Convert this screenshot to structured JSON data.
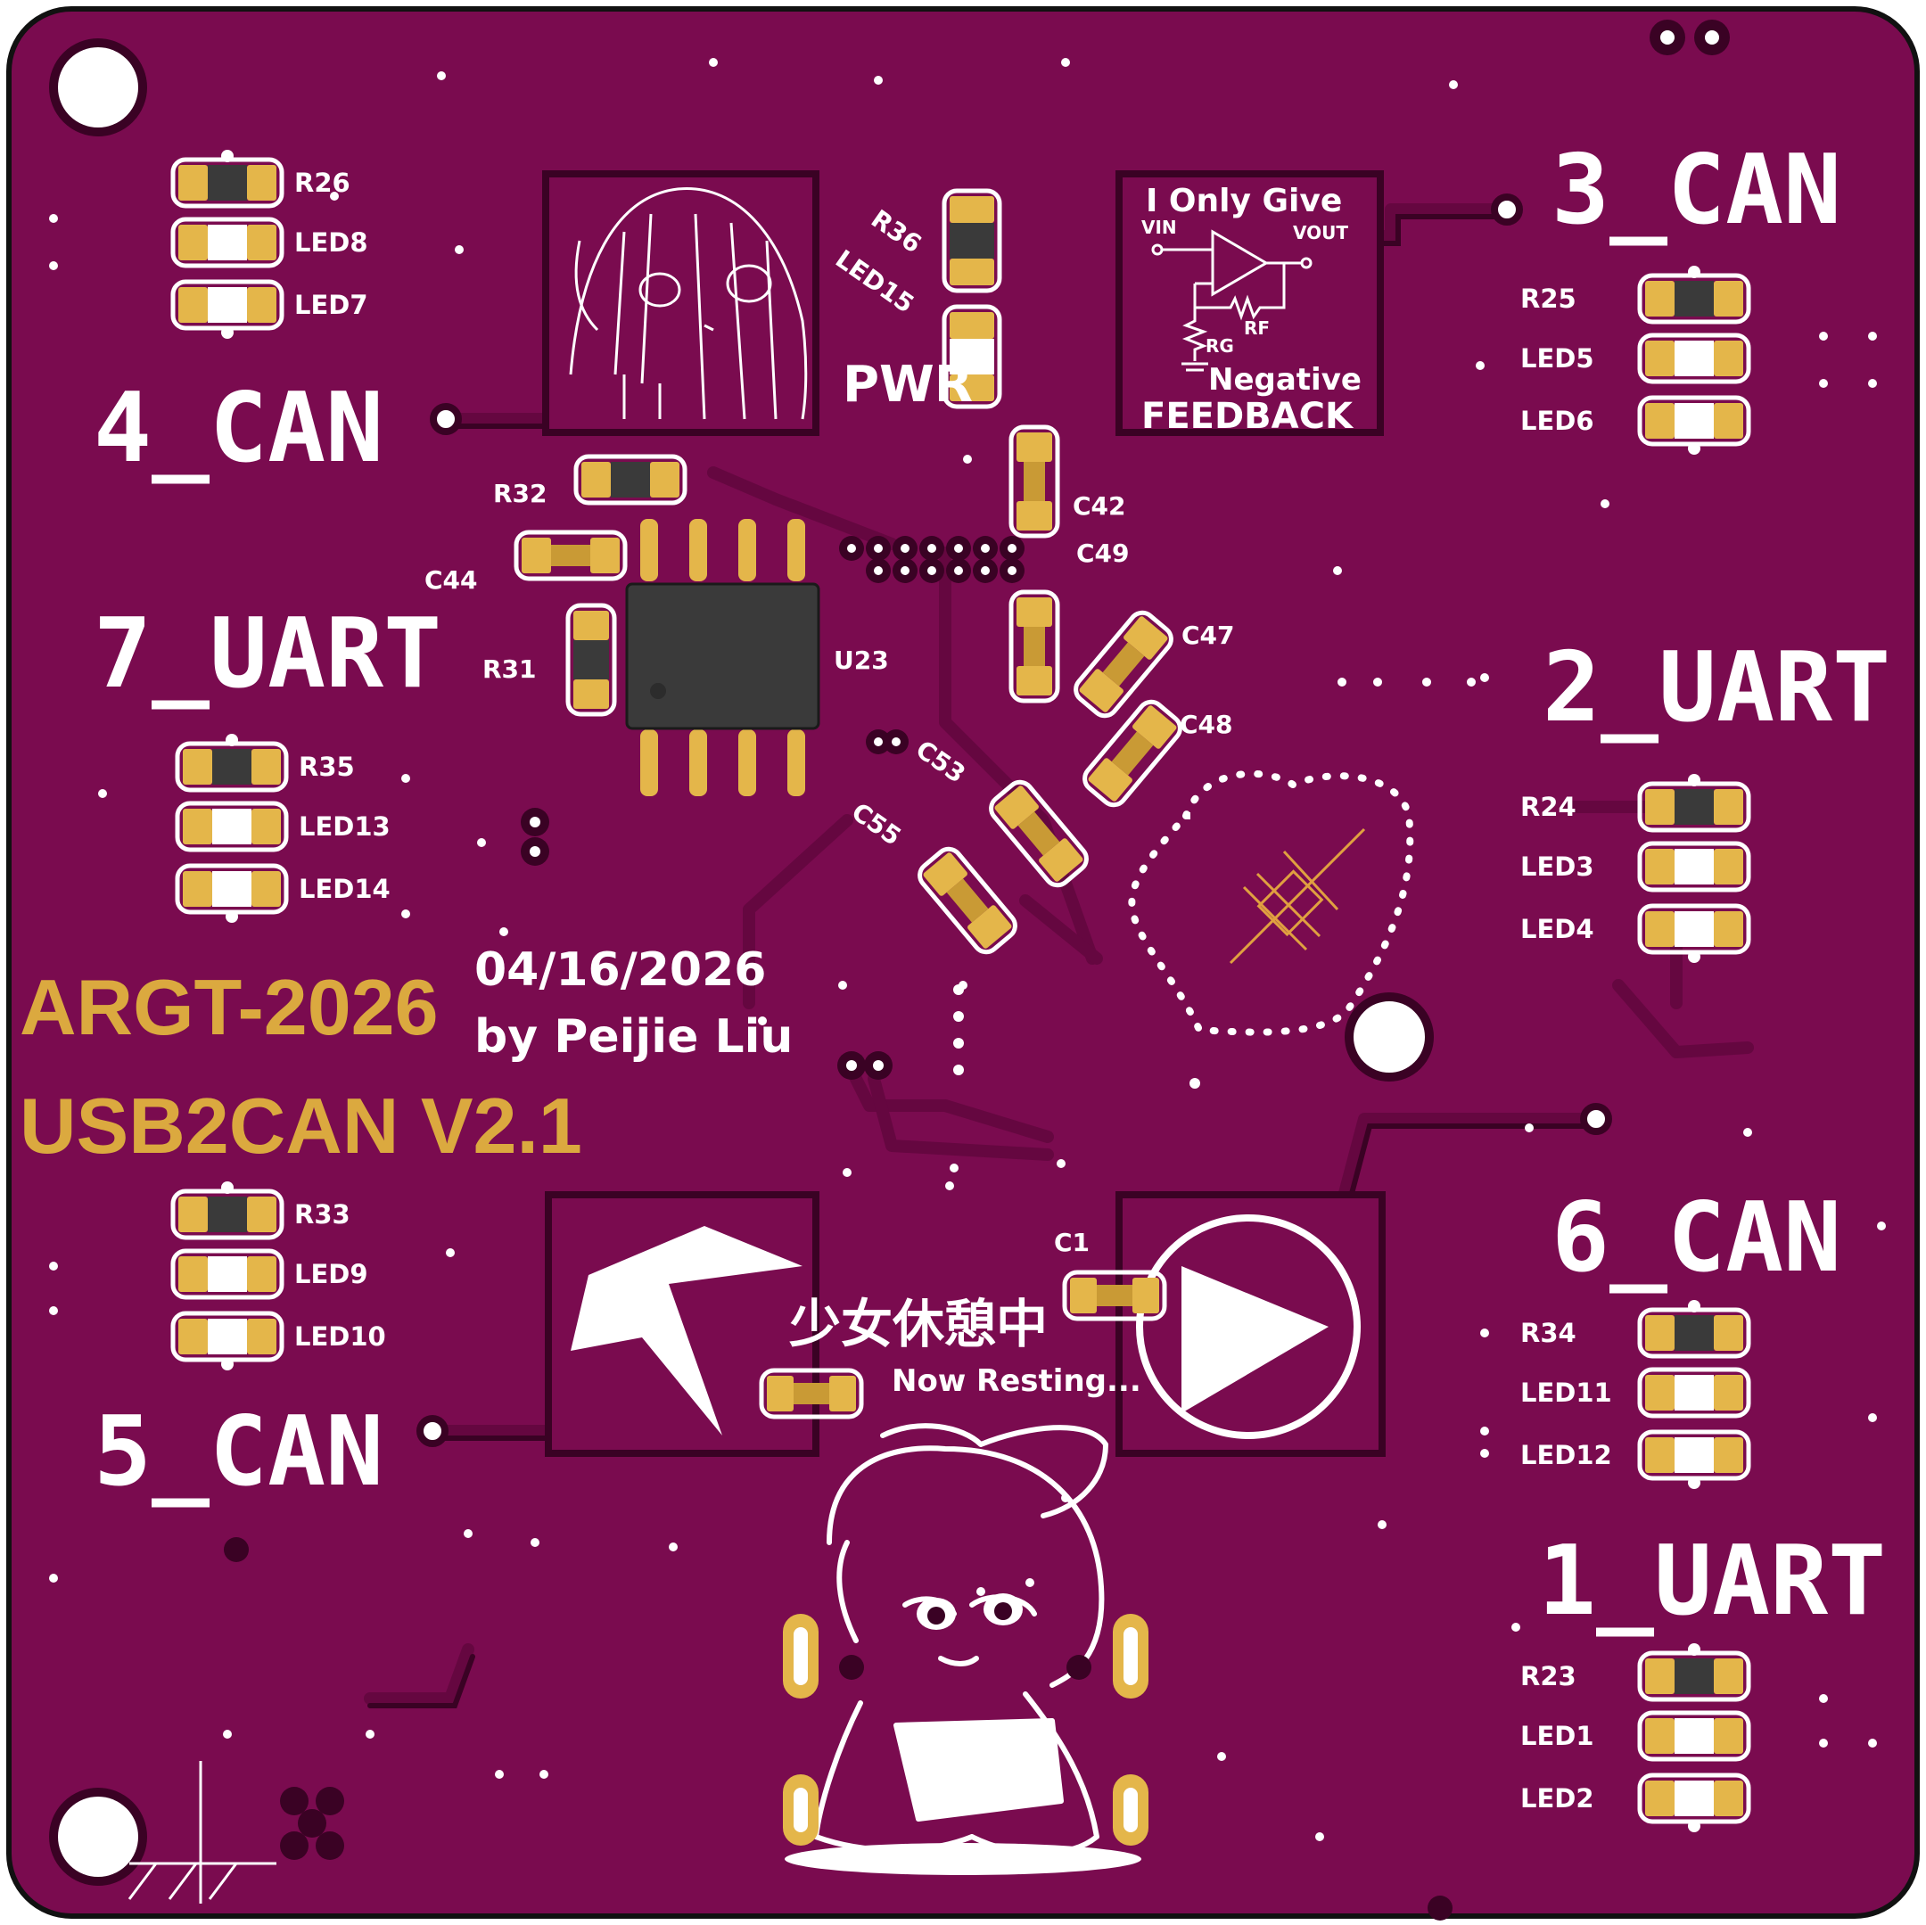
{
  "colors": {
    "board": "#7a0b4f",
    "trace": "#650740",
    "groove": "#3a0224",
    "silk": "#ffffff",
    "pad": "#e4b64a",
    "chip": "#3a3a3a",
    "gold_text": "#dba93f"
  },
  "title": {
    "line1": "ARGT-2026",
    "line2": "USB2CAN V2.1"
  },
  "credit": {
    "date": "04/16/2026",
    "author": "by Peijie Liu"
  },
  "ports": {
    "p4_can": "4_CAN",
    "p7_uart": "7_UART",
    "p5_can": "5_CAN",
    "p3_can": "3_CAN",
    "p2_uart": "2_UART",
    "p6_can": "6_CAN",
    "p1_uart": "1_UART"
  },
  "groups": {
    "g4": {
      "r": "R26",
      "a": "LED8",
      "b": "LED7"
    },
    "g7": {
      "r": "R35",
      "a": "LED13",
      "b": "LED14"
    },
    "g5": {
      "r": "R33",
      "a": "LED9",
      "b": "LED10"
    },
    "g3": {
      "r": "R25",
      "a": "LED5",
      "b": "LED6"
    },
    "g2": {
      "r": "R24",
      "a": "LED3",
      "b": "LED4"
    },
    "g6": {
      "r": "R34",
      "a": "LED11",
      "b": "LED12"
    },
    "g1": {
      "r": "R23",
      "a": "LED1",
      "b": "LED2"
    }
  },
  "parts": {
    "r36": "R36",
    "led15": "LED15",
    "pwr": "PWR",
    "r32": "R32",
    "c44": "C44",
    "r31": "R31",
    "u23": "U23",
    "c42": "C42",
    "c49": "C49",
    "c47": "C47",
    "c48": "C48",
    "c53": "C53",
    "c55": "C55",
    "c1": "C1"
  },
  "feedback": {
    "top": "I Only Give",
    "vin": "VIN",
    "vout": "VOUT",
    "rf": "RF",
    "rg": "RG",
    "neg": "Negative",
    "fb": "FEEDBACK"
  },
  "resting": {
    "cn": "少女休憩中",
    "en": "Now Resting..."
  }
}
